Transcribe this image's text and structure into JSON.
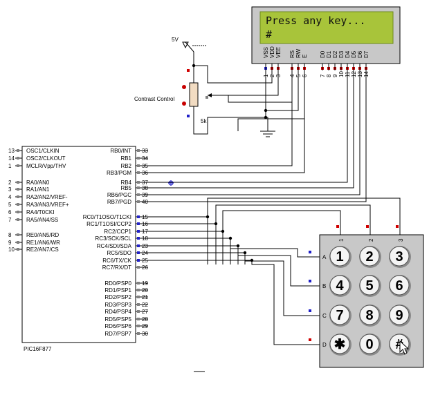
{
  "lcd": {
    "line1": "Press any key...",
    "line2": "#",
    "pins": [
      {
        "name": "VSS",
        "num": "1"
      },
      {
        "name": "VDD",
        "num": "2"
      },
      {
        "name": "VEE",
        "num": "3"
      },
      {
        "name": "RS",
        "num": "4"
      },
      {
        "name": "RW",
        "num": "5"
      },
      {
        "name": "E",
        "num": "6"
      },
      {
        "name": "D0",
        "num": "7"
      },
      {
        "name": "D1",
        "num": "8"
      },
      {
        "name": "D2",
        "num": "9"
      },
      {
        "name": "D3",
        "num": "10"
      },
      {
        "name": "D4",
        "num": "11"
      },
      {
        "name": "D5",
        "num": "12"
      },
      {
        "name": "D6",
        "num": "13"
      },
      {
        "name": "D7",
        "num": "14"
      }
    ]
  },
  "power": {
    "label": "5V"
  },
  "pot": {
    "label": "Contrast Control",
    "value": "5k"
  },
  "mcu": {
    "name": "PIC16F877",
    "left_pins": [
      {
        "num": "13",
        "name": "OSC1/CLKIN"
      },
      {
        "num": "14",
        "name": "OSC2/CLKOUT"
      },
      {
        "num": "1",
        "name": "MCLR/Vpp/THV"
      },
      {
        "num": "2",
        "name": "RA0/AN0"
      },
      {
        "num": "3",
        "name": "RA1/AN1"
      },
      {
        "num": "4",
        "name": "RA2/AN2/VREF-"
      },
      {
        "num": "5",
        "name": "RA3/AN3/VREF+"
      },
      {
        "num": "6",
        "name": "RA4/T0CKI"
      },
      {
        "num": "7",
        "name": "RA5/AN4/SS"
      },
      {
        "num": "8",
        "name": "RE0/AN5/RD"
      },
      {
        "num": "9",
        "name": "RE1/AN6/WR"
      },
      {
        "num": "10",
        "name": "RE2/AN7/CS"
      }
    ],
    "right_pins": [
      {
        "num": "33",
        "name": "RB0/INT"
      },
      {
        "num": "34",
        "name": "RB1"
      },
      {
        "num": "35",
        "name": "RB2"
      },
      {
        "num": "36",
        "name": "RB3/PGM"
      },
      {
        "num": "37",
        "name": "RB4"
      },
      {
        "num": "38",
        "name": "RB5"
      },
      {
        "num": "39",
        "name": "RB6/PGC"
      },
      {
        "num": "40",
        "name": "RB7/PGD"
      },
      {
        "num": "15",
        "name": "RC0/T1OSO/T1CKI"
      },
      {
        "num": "16",
        "name": "RC1/T1OSI/CCP2"
      },
      {
        "num": "17",
        "name": "RC2/CCP1"
      },
      {
        "num": "18",
        "name": "RC3/SCK/SCL"
      },
      {
        "num": "23",
        "name": "RC4/SDI/SDA"
      },
      {
        "num": "24",
        "name": "RC5/SDO"
      },
      {
        "num": "25",
        "name": "RC6/TX/CK"
      },
      {
        "num": "26",
        "name": "RC7/RX/DT"
      },
      {
        "num": "19",
        "name": "RD0/PSP0"
      },
      {
        "num": "20",
        "name": "RD1/PSP1"
      },
      {
        "num": "21",
        "name": "RD2/PSP2"
      },
      {
        "num": "22",
        "name": "RD3/PSP3"
      },
      {
        "num": "27",
        "name": "RD4/PSP4"
      },
      {
        "num": "28",
        "name": "RD5/PSP5"
      },
      {
        "num": "29",
        "name": "RD6/PSP6"
      },
      {
        "num": "30",
        "name": "RD7/PSP7"
      }
    ]
  },
  "keypad": {
    "col_labels": [
      "1",
      "2",
      "3"
    ],
    "row_labels": [
      "A",
      "B",
      "C",
      "D"
    ],
    "keys": [
      [
        "1",
        "2",
        "3"
      ],
      [
        "4",
        "5",
        "6"
      ],
      [
        "7",
        "8",
        "9"
      ],
      [
        "✱",
        "0",
        "#"
      ]
    ]
  },
  "colors": {
    "lcd_frame": "#c8c8c8",
    "lcd_screen": "#a8c43a",
    "chip_fill": "#ffffff",
    "keypad_fill": "#c8c8c8",
    "pin_red": "#d00000",
    "pin_blue": "#2020c8",
    "pin_gray": "#808080"
  }
}
